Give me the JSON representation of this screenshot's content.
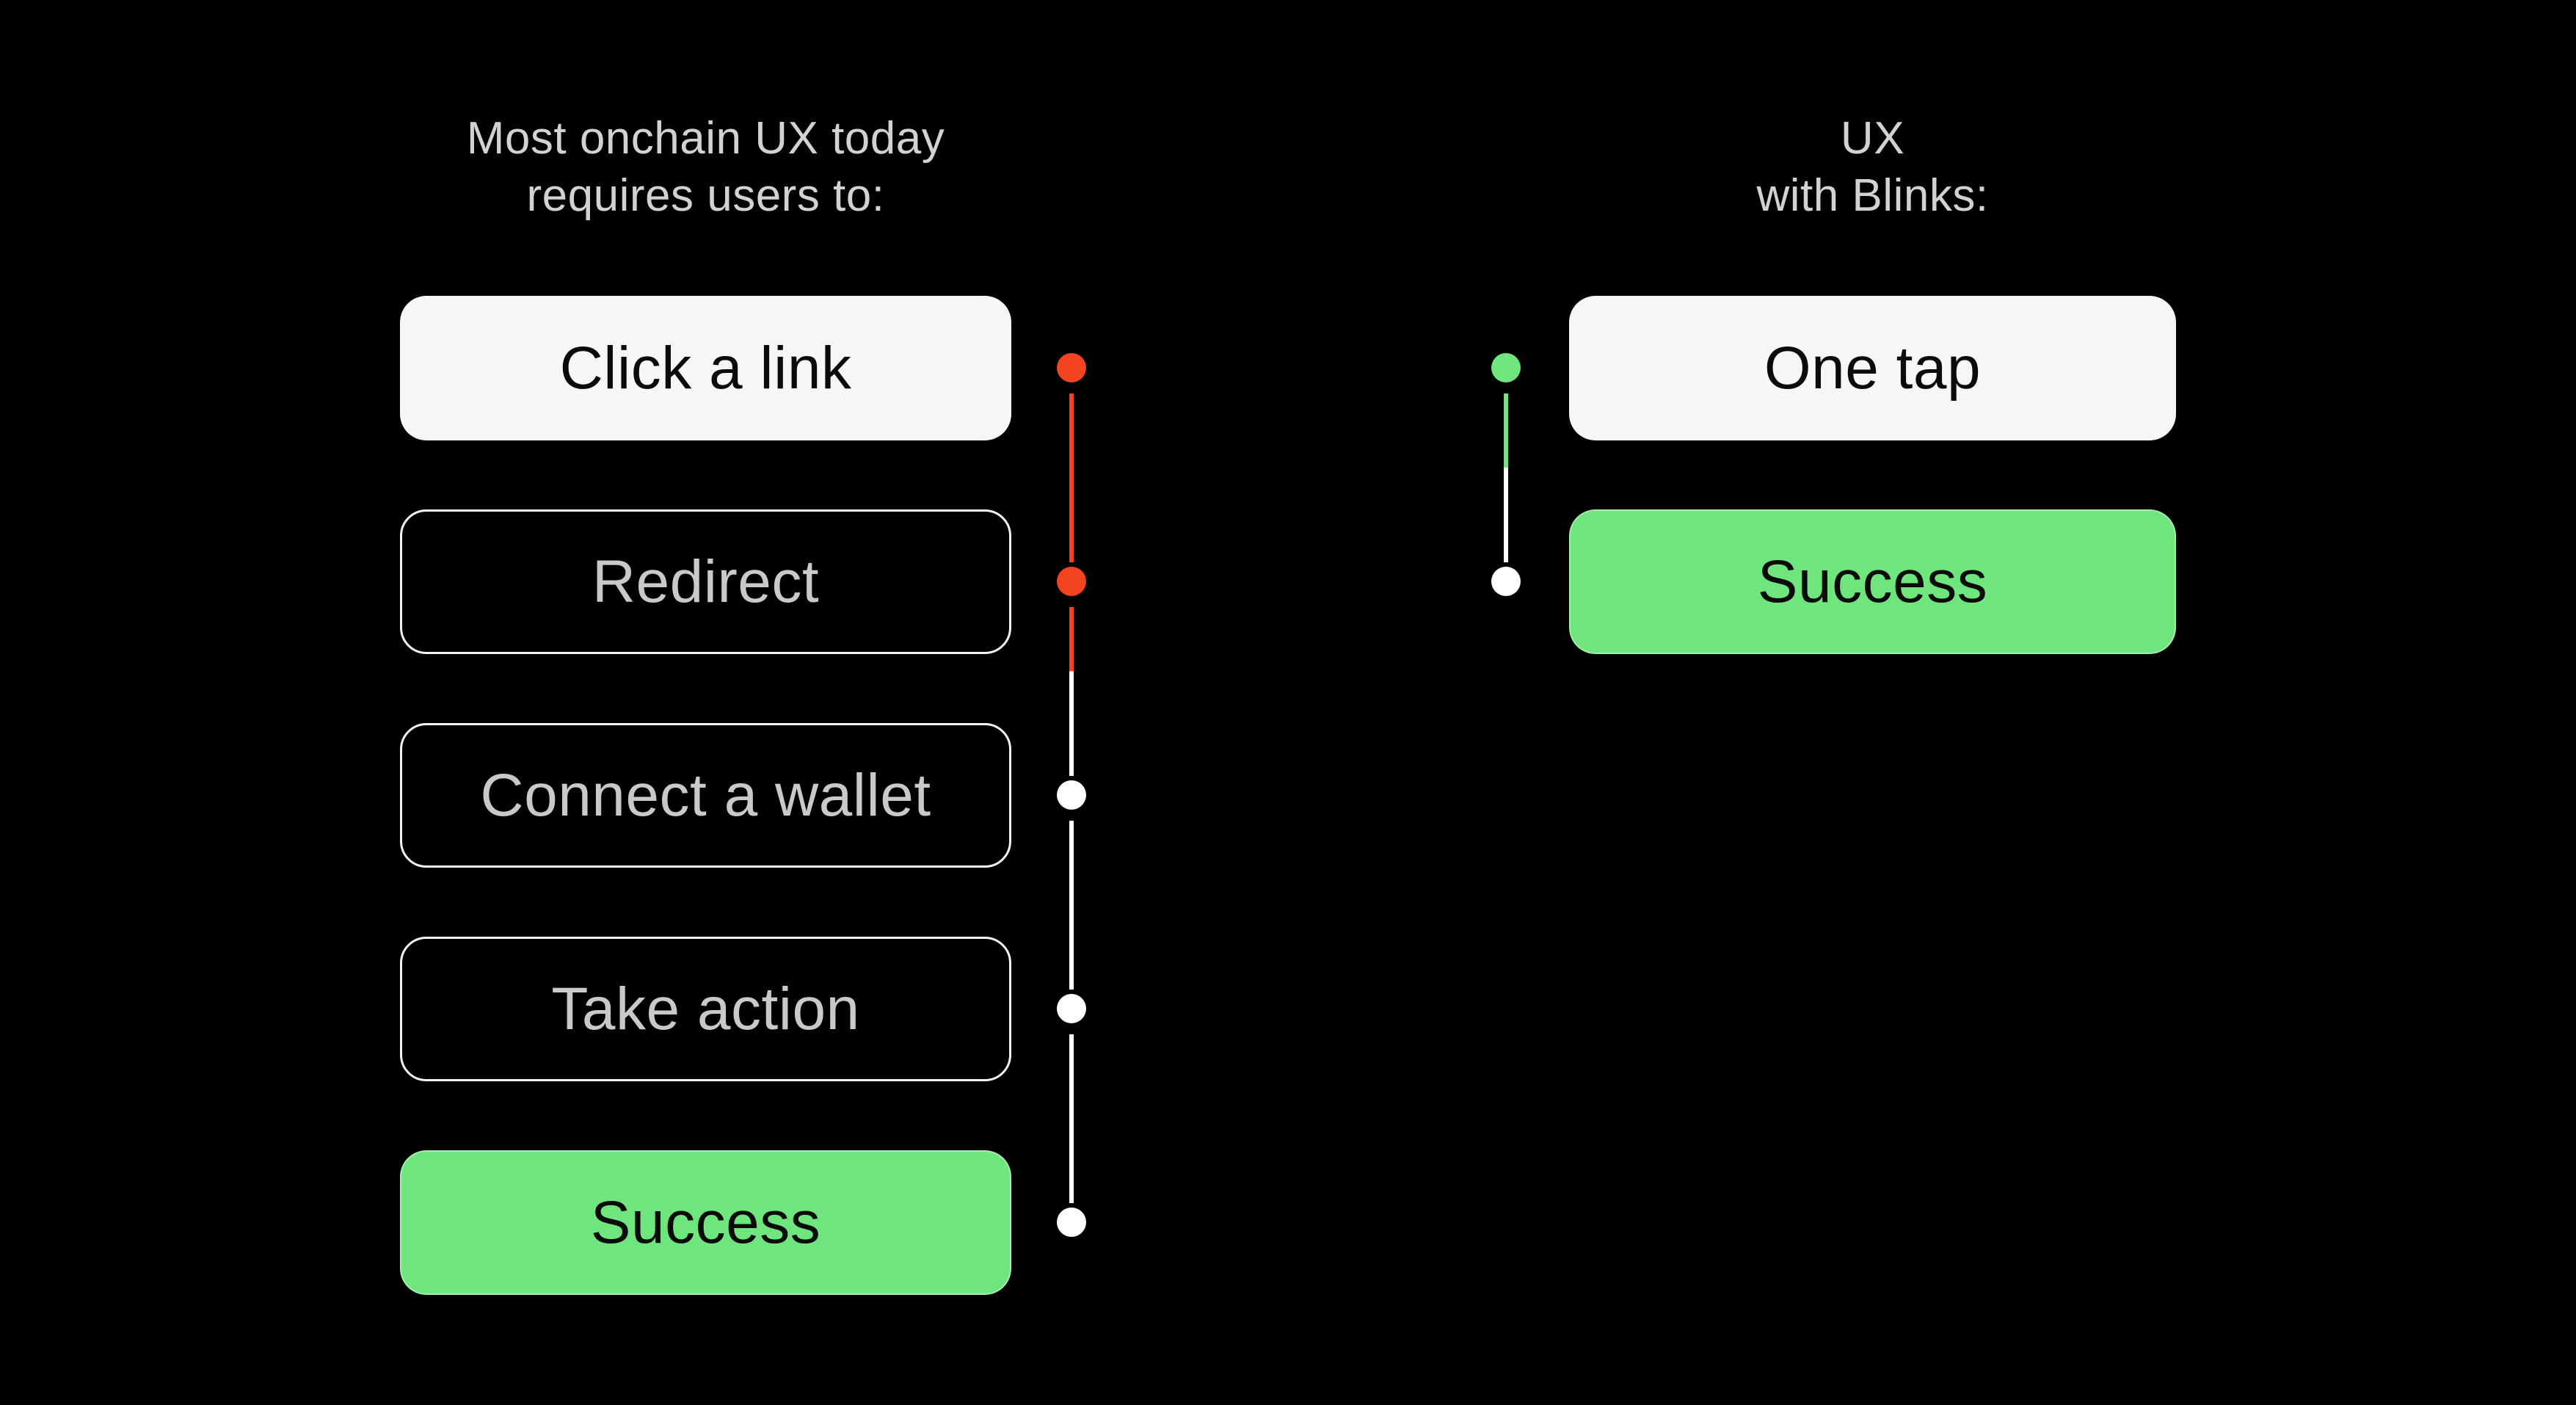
{
  "colors": {
    "background": "#000000",
    "header-text": "#d2d2d2",
    "button-white": "#f7f6f4",
    "button-dark-text": "#0b0b0b",
    "outline-border": "#f2f2f2",
    "outline-text": "#c9c9c9",
    "green": "#6fe67d",
    "red": "#f4431f",
    "white-dot": "#ffffff"
  },
  "left": {
    "header": {
      "line1": "Most onchain UX today",
      "line2": "requires users to:"
    },
    "steps": [
      {
        "label": "Click a link",
        "variant": "filled-white",
        "dot": "red"
      },
      {
        "label": "Redirect",
        "variant": "outlined",
        "dot": "red"
      },
      {
        "label": "Connect a wallet",
        "variant": "outlined",
        "dot": "white"
      },
      {
        "label": "Take action",
        "variant": "outlined",
        "dot": "white"
      },
      {
        "label": "Success",
        "variant": "filled-green",
        "dot": "white"
      }
    ]
  },
  "right": {
    "header": {
      "line1": "UX",
      "line2": "with Blinks:"
    },
    "steps": [
      {
        "label": "One tap",
        "variant": "filled-white",
        "dot": "green"
      },
      {
        "label": "Success",
        "variant": "filled-green",
        "dot": "white"
      }
    ]
  }
}
